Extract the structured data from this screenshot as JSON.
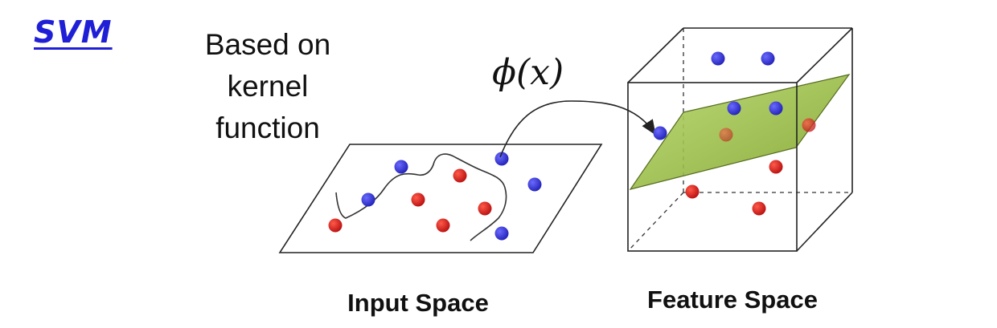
{
  "title": {
    "text": "SVM",
    "color": "#1f1fd6"
  },
  "caption": {
    "lines": [
      "Based on",
      "kernel",
      "function"
    ]
  },
  "mapping": {
    "label": "ϕ(x)"
  },
  "input_space": {
    "label": "Input Space"
  },
  "feature_space": {
    "label": "Feature Space"
  },
  "colors": {
    "class_blue": "#2a2ad0",
    "class_red": "#d01818",
    "hyperplane": "#9cbf3c"
  }
}
